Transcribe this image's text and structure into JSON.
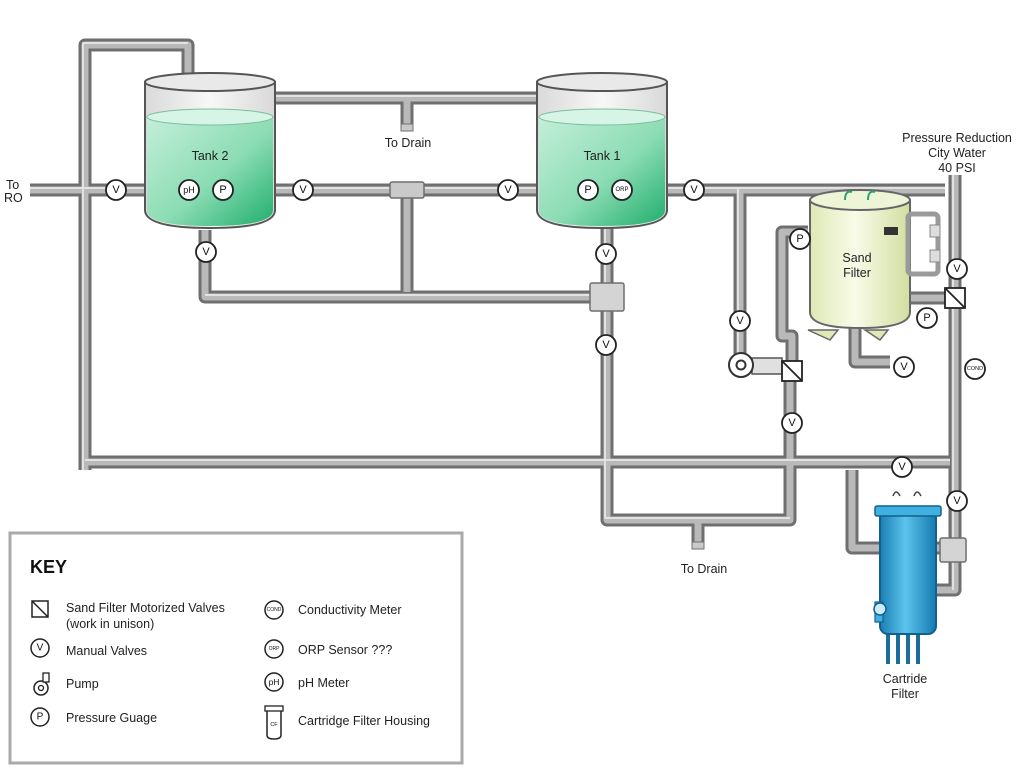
{
  "labels": {
    "to_ro_line1": "To",
    "to_ro_line2": "RO",
    "to_drain_top": "To Drain",
    "to_drain_bottom": "To Drain",
    "tank2": "Tank 2",
    "tank1": "Tank 1",
    "sand_filter_line1": "Sand",
    "sand_filter_line2": "Filter",
    "pressure_line1": "Pressure Reduction",
    "pressure_line2": "City Water",
    "pressure_line3": "40 PSI",
    "cartridge_line1": "Cartride",
    "cartridge_line2": "Filter"
  },
  "symbols": {
    "valve": "V",
    "pressure": "P",
    "ph": "pH",
    "orp": "ORP",
    "cond": "COND",
    "cartridge": "CF"
  },
  "key": {
    "title": "KEY",
    "motorized_line1": "Sand Filter Motorized Valves",
    "motorized_line2": "(work in unison)",
    "manual_valves": "Manual Valves",
    "pump": "Pump",
    "pressure_gauge": "Pressure Guage",
    "conductivity": "Conductivity Meter",
    "orp_sensor": "ORP Sensor ???",
    "ph_meter": "pH Meter",
    "cartridge_housing": "Cartridge Filter Housing"
  },
  "colors": {
    "water": "#47c98e",
    "sand_filter": "#e8f1c8",
    "cartridge": "#2a9fd3"
  }
}
